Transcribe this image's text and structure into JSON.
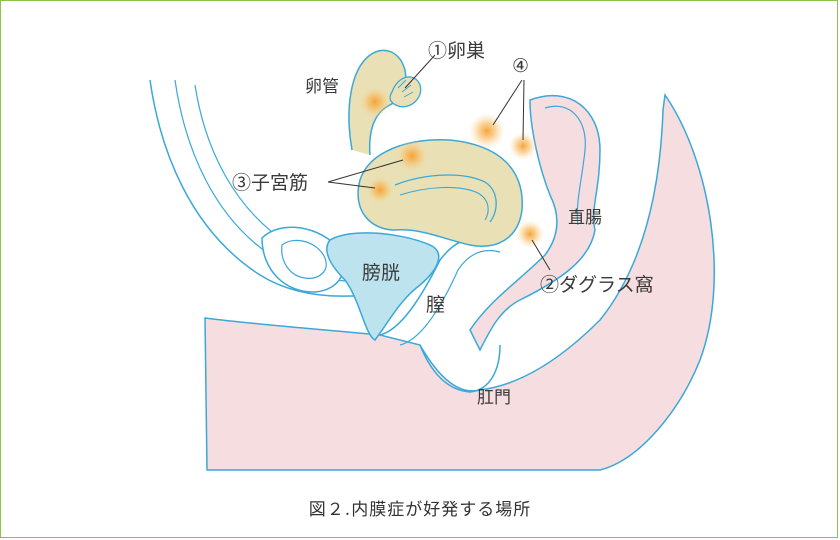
{
  "diagram": {
    "labels": {
      "ovary": "①卵巣",
      "tube": "卵管",
      "site4": "④",
      "uterus_muscle": "③子宮筋",
      "rectum": "直腸",
      "bladder": "膀胱",
      "douglas": "②ダグラス窩",
      "vagina": "膣",
      "anus": "肛門"
    },
    "caption": "図２.内膜症が好発する場所",
    "colors": {
      "outline": "#3aa8d8",
      "tissue": "#f6dde0",
      "uterus": "#e9e0b5",
      "bladder": "#bde4ee",
      "lesion": "#f5a030"
    }
  }
}
